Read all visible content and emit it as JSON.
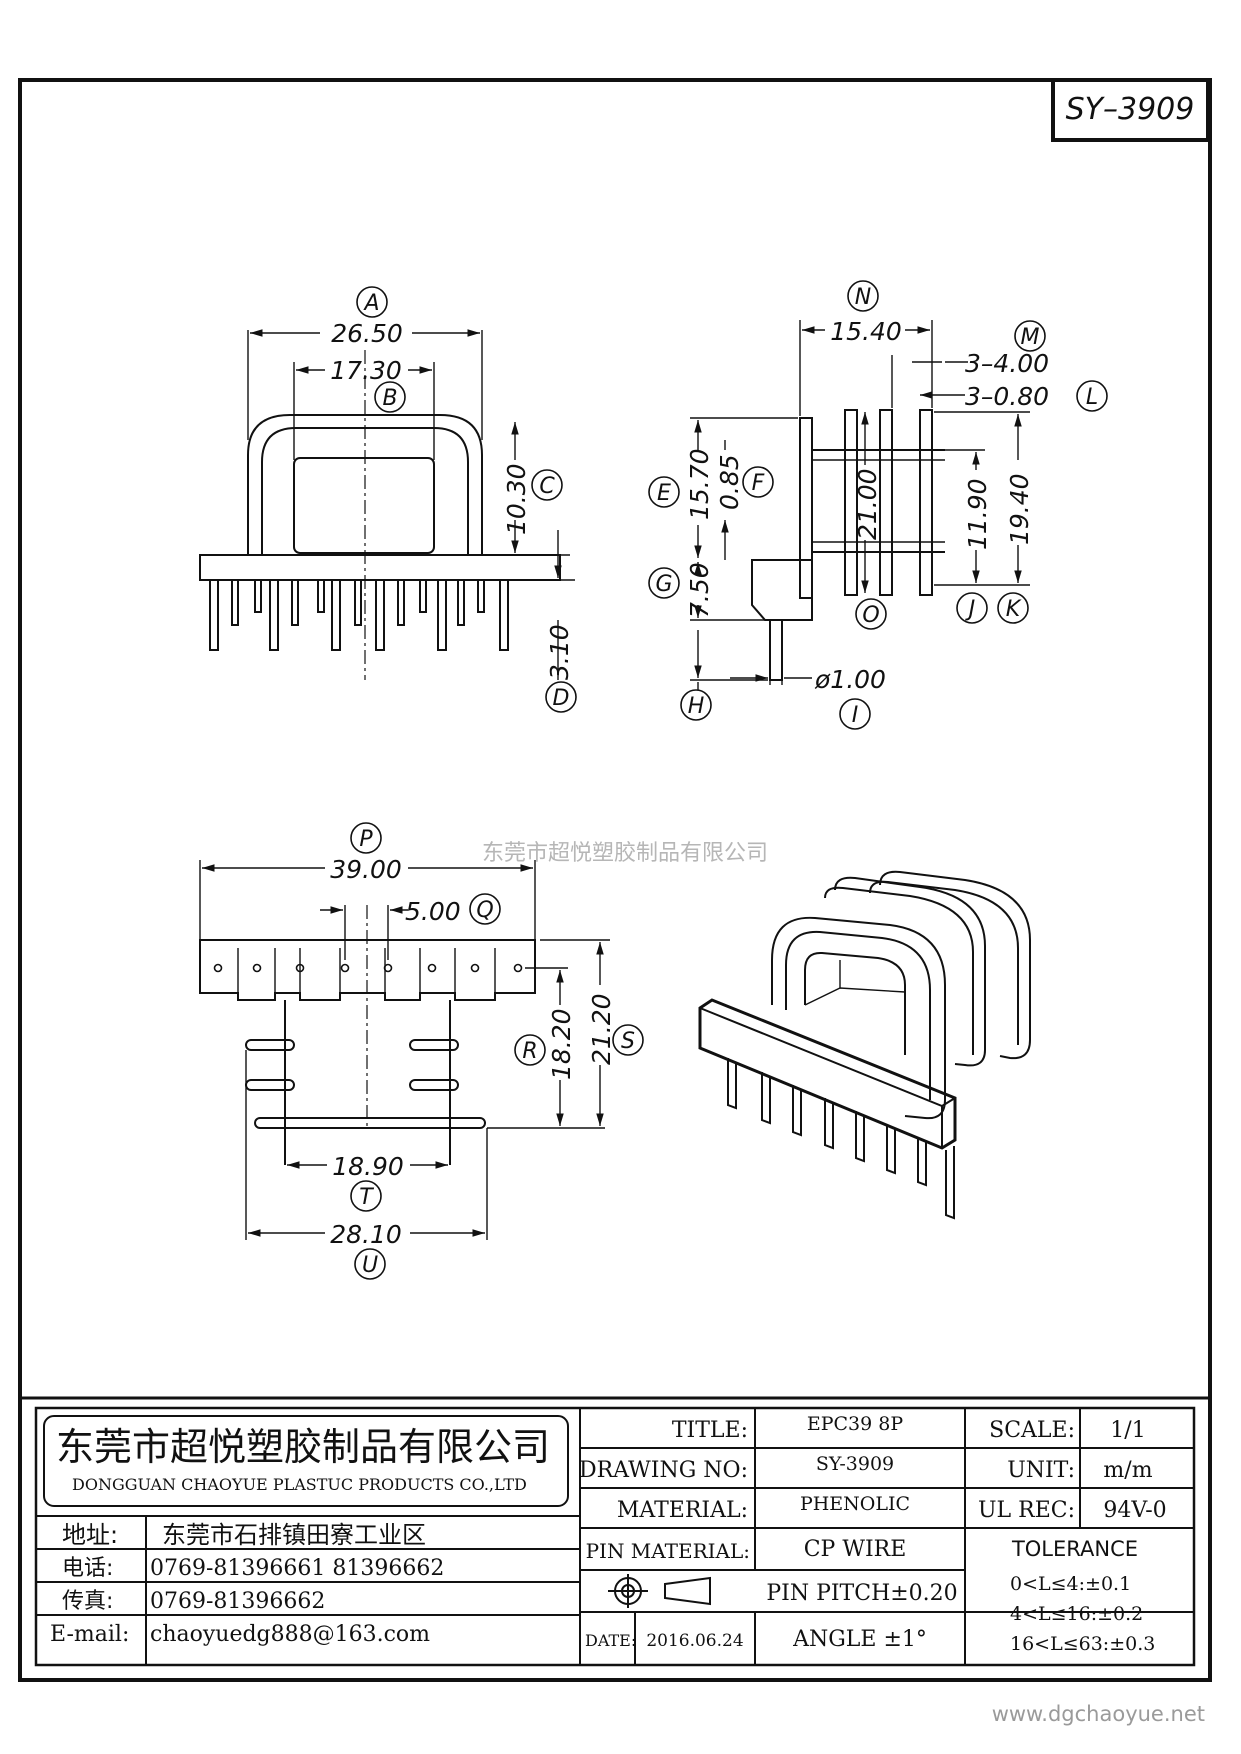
{
  "code_box": "SY–3909",
  "watermark": "东莞市超悦塑胶制品有限公司",
  "website": "www.dgchaoyue.net",
  "dimensions": {
    "A": {
      "letter": "A",
      "value": "26.50"
    },
    "B": {
      "letter": "B",
      "value": "17.30"
    },
    "C": {
      "letter": "C",
      "value": "10.30"
    },
    "D": {
      "letter": "D",
      "value": "3.10"
    },
    "E": {
      "letter": "E",
      "value": "15.70"
    },
    "F": {
      "letter": "F",
      "value": "0.85"
    },
    "G": {
      "letter": "G",
      "value": "7.50"
    },
    "H": {
      "letter": "H",
      "value": ""
    },
    "I": {
      "letter": "I",
      "value": "ø1.00"
    },
    "J": {
      "letter": "J",
      "value": "11.90"
    },
    "K": {
      "letter": "K",
      "value": "19.40"
    },
    "L": {
      "letter": "L",
      "value": "3–0.80"
    },
    "M": {
      "letter": "M",
      "value": "3–4.00"
    },
    "N": {
      "letter": "N",
      "value": "15.40"
    },
    "O": {
      "letter": "O",
      "value": "21.00"
    },
    "P": {
      "letter": "P",
      "value": "39.00"
    },
    "Q": {
      "letter": "Q",
      "value": "5.00"
    },
    "R": {
      "letter": "R",
      "value": "18.20"
    },
    "S": {
      "letter": "S",
      "value": "21.20"
    },
    "T": {
      "letter": "T",
      "value": "18.90"
    },
    "U": {
      "letter": "U",
      "value": "28.10"
    }
  },
  "title_block": {
    "company_cn": "东莞市超悦塑胶制品有限公司",
    "company_en": "DONGGUAN CHAOYUE PLASTUC PRODUCTS CO.,LTD",
    "address_label": "地址:",
    "address_value": "东莞市石排镇田寮工业区",
    "phone_label": "电话:",
    "phone_value": "0769-81396661  81396662",
    "fax_label": "传真:",
    "fax_value": "0769-81396662",
    "email_label": "E-mail:",
    "email_value": "chaoyuedg888@163.com",
    "title_label": "TITLE:",
    "title_value": "EPC39 8P",
    "drawing_no_label": "DRAWING NO:",
    "drawing_no_value": "SY-3909",
    "material_label": "MATERIAL:",
    "material_value": "PHENOLIC",
    "pin_material_label": "PIN MATERIAL:",
    "pin_material_value": "CP WIRE",
    "pin_pitch": "PIN PITCH±0.20",
    "date_label": "DATE:",
    "date_value": "2016.06.24",
    "angle": "ANGLE  ±1°",
    "scale_label": "SCALE:",
    "scale_value": "1/1",
    "unit_label": "UNIT:",
    "unit_value": "m/m",
    "ul_rec_label": "UL REC:",
    "ul_rec_value": "94V-0",
    "tolerance_label": "TOLERANCE",
    "tolerance_lines": [
      "0<L≤4:±0.1",
      "4<L≤16:±0.2",
      "16<L≤63:±0.3"
    ]
  }
}
